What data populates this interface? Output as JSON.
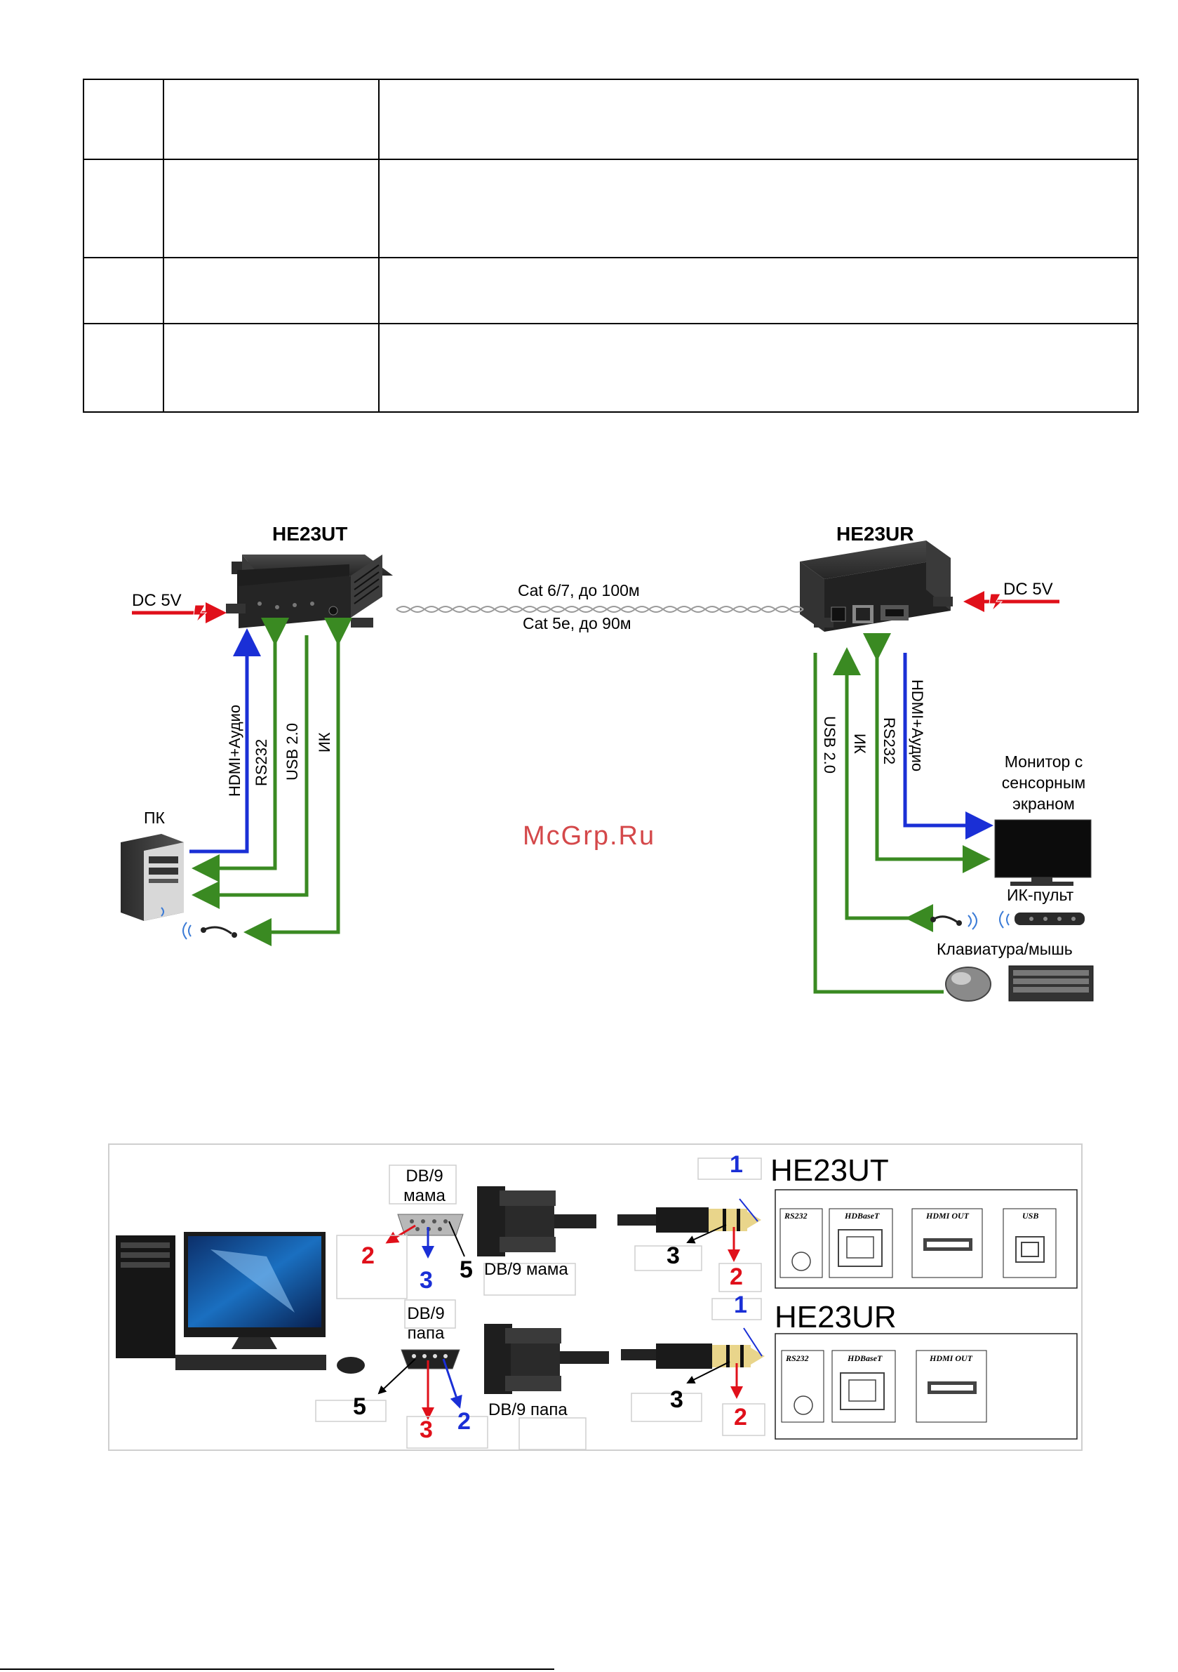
{
  "spec_table": {
    "rows": 4
  },
  "diagram1": {
    "transmitter_title": "HE23UT",
    "receiver_title": "HE23UR",
    "cable_top": "Cat 6/7, до 100м",
    "cable_bottom": "Cat 5e, до 90м",
    "dc_left": "DC 5V",
    "dc_right": "DC 5V",
    "left_signals": [
      "HDMI+Аудио",
      "RS232",
      "USB 2.0",
      "ИК"
    ],
    "right_signals": [
      "USB 2.0",
      "ИК",
      "RS232",
      "HDMI+Аудио"
    ],
    "pc_label": "ПК",
    "monitor_label": "Монитор с\nсенсорным\nэкраном",
    "ir_remote_label": "ИК-пульт",
    "keyboard_label": "Клавиатура/мышь",
    "watermark": "McGrp.Ru"
  },
  "diagram2": {
    "ut_title": "HE23UT",
    "ur_title": "HE23UR",
    "db9_female_top": "DB/9\nмама",
    "db9_female_caption": "DB/9 мама",
    "db9_male_top": "DB/9\nпапа",
    "db9_male_caption": "DB/9 папа",
    "female_pins": [
      "2",
      "3",
      "5"
    ],
    "male_pins": [
      "5",
      "3",
      "2"
    ],
    "jack_pins_ut": [
      "1",
      "3",
      "2"
    ],
    "jack_pins_ur": [
      "1",
      "3",
      "2"
    ],
    "ut_ports": [
      "RS232",
      "HDBaseT",
      "HDMI OUT",
      "USB"
    ],
    "ur_ports": [
      "RS232",
      "HDBaseT",
      "HDMI OUT"
    ]
  },
  "colors": {
    "blue": "#1a2fd6",
    "green": "#3a8a22",
    "red": "#e0101a",
    "dark": "#1e1e1e"
  }
}
